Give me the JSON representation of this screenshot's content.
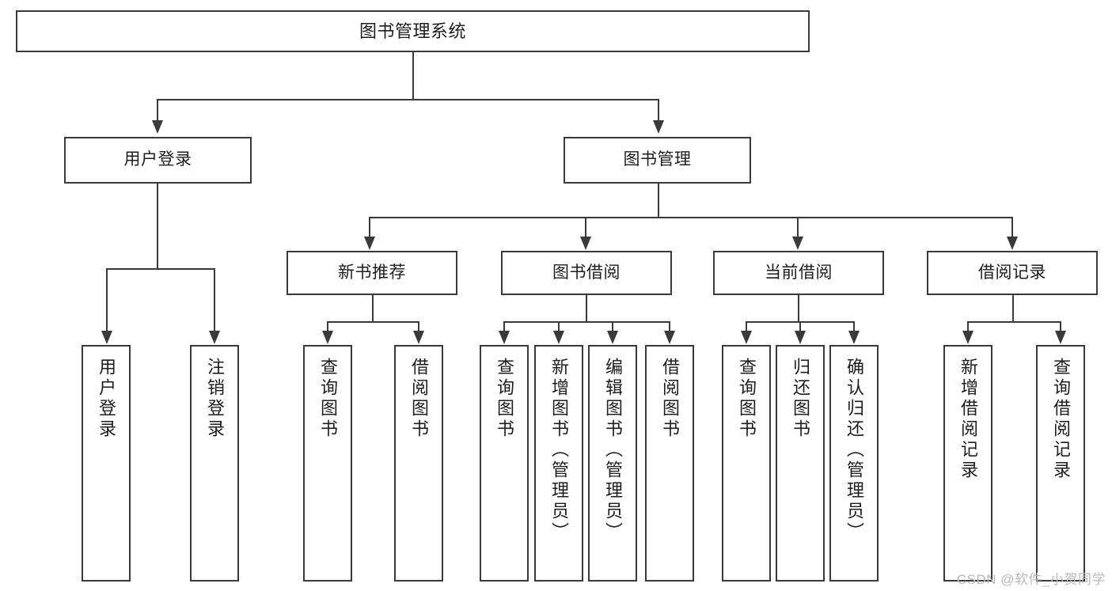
{
  "diagram": {
    "title": "图书管理系统",
    "type": "tree-hierarchy",
    "watermark": "CSDN @软件_小贺同学",
    "colors": {
      "stroke": "#3a3a3a",
      "fill": "#ffffff",
      "text": "#1d1d1d",
      "watermark": "#b9b9b9"
    },
    "root": {
      "label": "图书管理系统"
    },
    "level1": [
      {
        "label": "用户登录"
      },
      {
        "label": "图书管理"
      }
    ],
    "level2": [
      {
        "label": "新书推荐"
      },
      {
        "label": "图书借阅"
      },
      {
        "label": "当前借阅"
      },
      {
        "label": "借阅记录"
      }
    ],
    "leaves": {
      "user_login": [
        {
          "label": "用户登录"
        },
        {
          "label": "注销登录"
        }
      ],
      "new_book_recommend": [
        {
          "label": "查询图书"
        },
        {
          "label": "借阅图书"
        }
      ],
      "book_borrow": [
        {
          "label": "查询图书"
        },
        {
          "label": "新增图书（管理员）"
        },
        {
          "label": "编辑图书（管理员）"
        },
        {
          "label": "借阅图书"
        }
      ],
      "current_borrow": [
        {
          "label": "查询图书"
        },
        {
          "label": "归还图书"
        },
        {
          "label": "确认归还（管理员）"
        }
      ],
      "borrow_record": [
        {
          "label": "新增借阅记录"
        },
        {
          "label": "查询借阅记录"
        }
      ]
    }
  }
}
